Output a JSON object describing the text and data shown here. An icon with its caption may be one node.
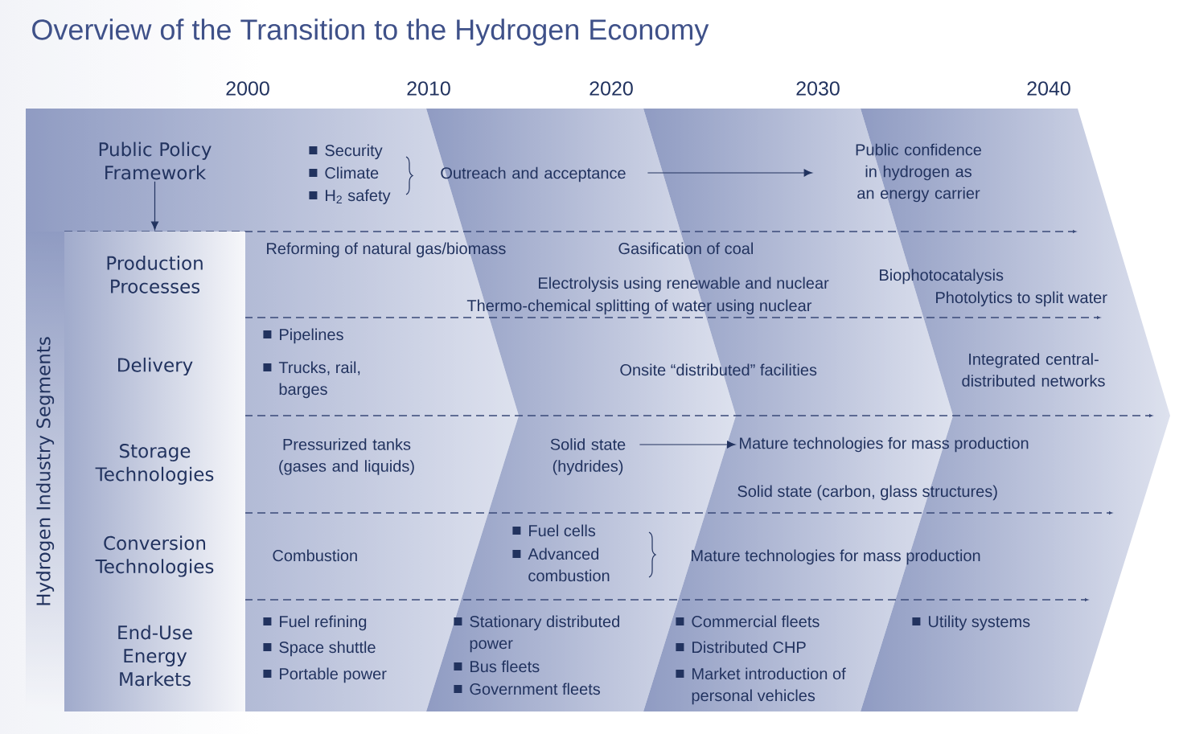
{
  "diagram": {
    "title": "Overview of the Transition to the Hydrogen Economy",
    "nodes": [
      {
        "text": [
          "Public Policy Framework"
        ]
      },
      {
        "text": [
          "Production Processes"
        ]
      },
      {
        "text": [
          "Delivery"
        ]
      },
      {
        "text": [
          "Storage Technologies"
        ]
      },
      {
        "text": [
          "Conversion Technologies"
        ]
      },
      {
        "text": [
          "End-Use Energy Markets"
        ]
      },
      {
        "text": [
          "Hydrogen Industry Segments"
        ]
      },
      {
        "text": [
          "Outreach and acceptance"
        ]
      },
      {
        "text": [
          "Public confidence in hydrogen as an energy carrier"
        ]
      },
      {
        "text": [
          "Solid state (hydrides)"
        ]
      },
      {
        "text": [
          "Mature technologies for mass production"
        ]
      }
    ],
    "edges": [
      {
        "from": 0,
        "to": 1,
        "arrow": "to"
      },
      {
        "from": 7,
        "to": 8,
        "arrow": "to"
      },
      {
        "from": 9,
        "to": 10,
        "arrow": "to"
      }
    ],
    "labels": [
      "2000",
      "2010",
      "2020",
      "2030",
      "2040",
      "Security",
      "Climate",
      "H$_{2}$ safety",
      "Reforming of natural gas/biomass",
      "Gasification of coal",
      "Electrolysis using renewable and nuclear",
      "Thermo-chemical splitting of water using nuclear",
      "Biophotocatalysis",
      "Photolytics to split water",
      "Pipelines",
      "Trucks, rail, barges",
      "Onsite “distributed” facilities",
      "Integrated central-distributed networks",
      "Pressurized tanks (gases and liquids)",
      "Solid state (carbon, glass structures)",
      "Combustion",
      "Fuel cells",
      "Advanced combustion",
      "Mature technologies for mass production",
      "Fuel refining",
      "Space shuttle",
      "Portable power",
      "Stationary distributed power",
      "Bus fleets",
      "Government fleets",
      "Commercial fleets",
      "Distributed CHP",
      "Market introduction of personal vehicles",
      "Utility systems"
    ]
  }
}
